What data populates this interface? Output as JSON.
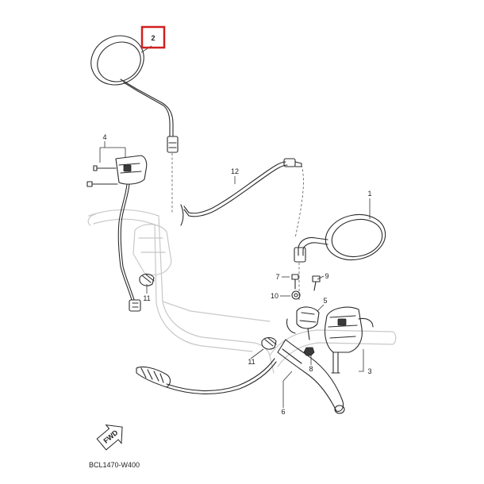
{
  "highlight_color": "#d21f1f",
  "callouts": {
    "c1": "1",
    "c2": "2",
    "c3": "3",
    "c4": "4",
    "c5": "5",
    "c6": "6",
    "c7": "7",
    "c8": "8",
    "c9": "9",
    "c10": "10",
    "c11a": "11",
    "c11b": "11",
    "c12": "12"
  },
  "fwd_label": "FWD",
  "diagram_code": "BCL1470-W400"
}
